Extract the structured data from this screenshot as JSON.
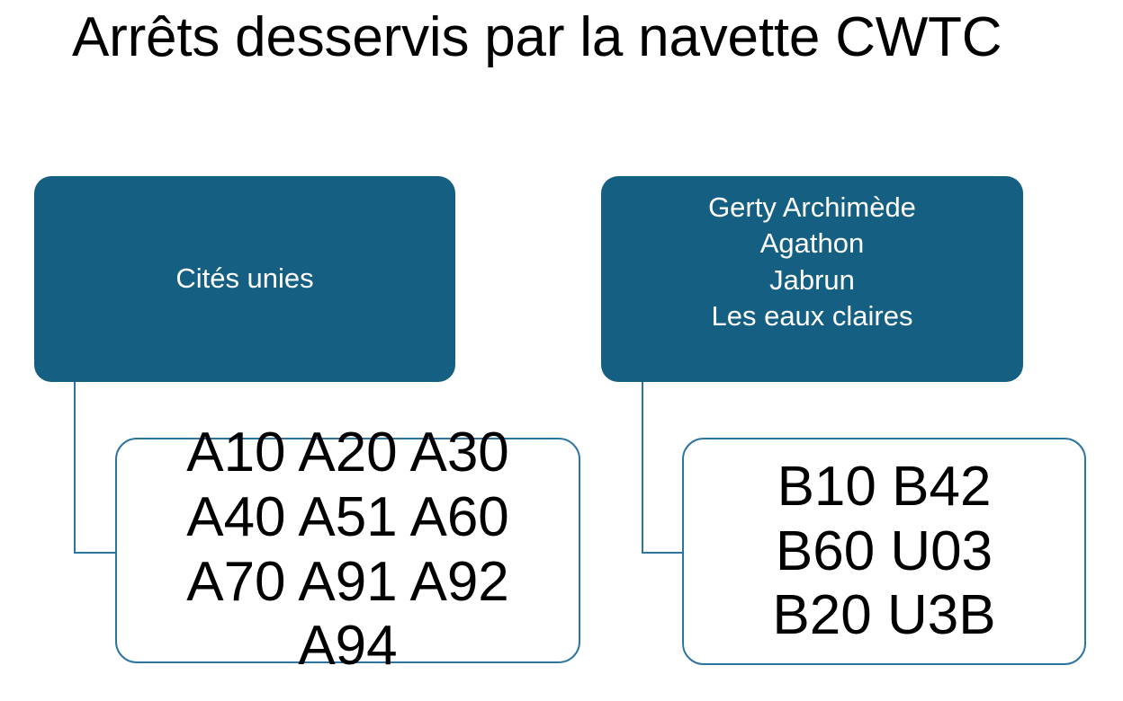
{
  "slide": {
    "title": "Arrêts desservis par la navette CWTC",
    "background_color": "#ffffff"
  },
  "colors": {
    "node_fill_blue": "#156082",
    "node_outline_blue": "#2E74A0",
    "node_fill_white": "#ffffff",
    "text_on_blue": "#ffffff",
    "text_on_white": "#000000",
    "title_text": "#000000"
  },
  "diagram": {
    "branches": [
      {
        "id": "branch-a",
        "stop_node": {
          "name": "stops-cites-unies",
          "text": "Cités unies",
          "style": "filled-blue"
        },
        "lines_node": {
          "name": "lines-a",
          "text": "A10 A20 A30\nA40 A51 A60\nA70 A91 A92\nA94",
          "style": "outlined-white",
          "lines": [
            "A10 A20 A30",
            "A40 A51 A60",
            "A70 A91 A92",
            "A94"
          ],
          "codes": [
            "A10",
            "A20",
            "A30",
            "A40",
            "A51",
            "A60",
            "A70",
            "A91",
            "A92",
            "A94"
          ]
        },
        "connector": "elbow-down-right"
      },
      {
        "id": "branch-b",
        "stop_node": {
          "name": "stops-gerty-archimede",
          "text": "Gerty Archimède\nAgathon\nJabrun\nLes eaux claires",
          "style": "filled-blue",
          "stops": [
            "Gerty Archimède",
            "Agathon",
            "Jabrun",
            "Les eaux claires"
          ]
        },
        "lines_node": {
          "name": "lines-b",
          "text": "B10 B42\nB60 U03\nB20 U3B",
          "style": "outlined-white",
          "lines": [
            "B10 B42",
            "B60 U03",
            "B20 U3B"
          ],
          "codes": [
            "B10",
            "B42",
            "B60",
            "U03",
            "B20",
            "U3B"
          ]
        },
        "connector": "elbow-down-right"
      }
    ]
  }
}
